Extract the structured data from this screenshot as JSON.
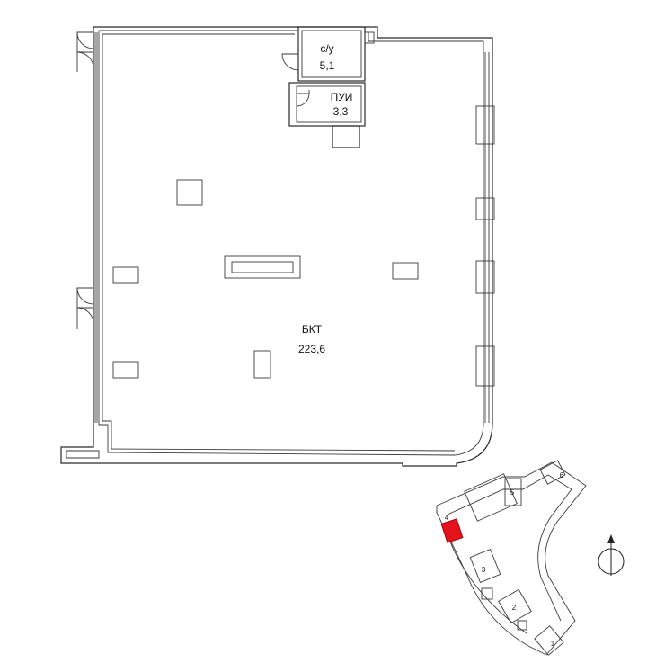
{
  "rooms": {
    "wc": {
      "name": "с/у",
      "area": "5,1"
    },
    "utility": {
      "name": "ПУИ",
      "area": "3,3"
    },
    "main": {
      "name": "БКТ",
      "area": "223,6"
    }
  },
  "key_plan": {
    "sections": [
      "1",
      "2",
      "3",
      "4",
      "5",
      "6"
    ],
    "highlight_color": "#e3121b"
  },
  "compass": {
    "icon": "north-arrow-icon"
  }
}
